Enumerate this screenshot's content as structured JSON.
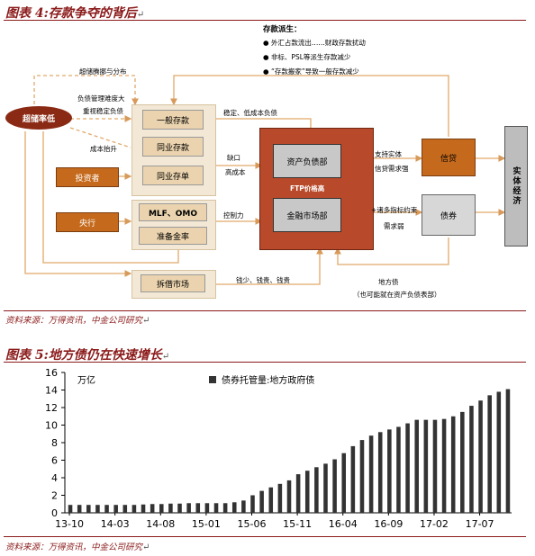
{
  "figure4": {
    "title": "图表 4:存款争夺的背后",
    "source": "资料来源：万得资讯，中金公司研究",
    "derivation": {
      "heading": "存款派生：",
      "items": [
        "外汇占款流出……财政存款扰动",
        "非标、PSL等派生存款减少",
        "“存款搬家”导致一般存款减少"
      ]
    },
    "nodes": {
      "oval": "超储率低",
      "investor": "投资者",
      "central_bank": "央行",
      "general_deposit": "一般存款",
      "interbank_deposit": "同业存款",
      "interbank_cd": "同业存单",
      "mlf_omo": "MLF、OMO",
      "reserve_ratio": "准备金率",
      "lending_market": "拆借市场",
      "liability_dept": "资产负债部",
      "financial_dept": "金融市场部",
      "credit": "信贷",
      "bonds": "债券",
      "real_economy": "实体经济"
    },
    "labels": {
      "excess_reserve": "超储腾挪与分布",
      "liability_difficulty": "负债管理难度大",
      "value_stable": "重视稳定负债",
      "cost_rise": "成本抬升",
      "stable_low_cost": "稳定、低成本负债",
      "gap": "缺口",
      "high_cost": "高成本",
      "control": "控制力",
      "ftp": "FTP价格高",
      "support": "支持实体",
      "credit_demand": "信贷需求强",
      "many_targets": "+诸多指标约束",
      "weak_demand": "需求弱",
      "funds": "钱少、钱贵、钱贵",
      "local_debt": "地方债",
      "local_debt_note": "（也可能就在资产负债表部）"
    }
  },
  "figure5": {
    "title": "图表 5:地方债仍在快速增长",
    "source": "资料来源：万得资讯，中金公司研究"
  },
  "chart_data": {
    "type": "bar",
    "title": "",
    "unit_label": "万亿",
    "xlabel": "",
    "ylabel": "",
    "ylim": [
      0,
      16
    ],
    "yticks": [
      0,
      2,
      4,
      6,
      8,
      10,
      12,
      14,
      16
    ],
    "x_tick_labels": [
      "13-10",
      "14-03",
      "14-08",
      "15-01",
      "15-06",
      "15-11",
      "16-04",
      "16-09",
      "17-02",
      "17-07"
    ],
    "legend_position": "top-center",
    "grid": false,
    "bar_color": "#333333",
    "series": [
      {
        "name": "债券托管量:地方政府债",
        "x": [
          "13-10",
          "13-11",
          "13-12",
          "14-01",
          "14-02",
          "14-03",
          "14-04",
          "14-05",
          "14-06",
          "14-07",
          "14-08",
          "14-09",
          "14-10",
          "14-11",
          "14-12",
          "15-01",
          "15-02",
          "15-03",
          "15-04",
          "15-05",
          "15-06",
          "15-07",
          "15-08",
          "15-09",
          "15-10",
          "15-11",
          "15-12",
          "16-01",
          "16-02",
          "16-03",
          "16-04",
          "16-05",
          "16-06",
          "16-07",
          "16-08",
          "16-09",
          "16-10",
          "16-11",
          "16-12",
          "17-01",
          "17-02",
          "17-03",
          "17-04",
          "17-05",
          "17-06",
          "17-07",
          "17-08",
          "17-09",
          "17-10"
        ],
        "values": [
          0.9,
          0.9,
          0.9,
          0.9,
          0.9,
          0.9,
          0.9,
          0.9,
          0.95,
          1.0,
          1.0,
          1.05,
          1.05,
          1.1,
          1.1,
          1.1,
          1.1,
          1.1,
          1.2,
          1.4,
          2.0,
          2.5,
          2.9,
          3.3,
          3.7,
          4.4,
          4.8,
          5.2,
          5.6,
          6.1,
          6.8,
          7.6,
          8.3,
          8.8,
          9.2,
          9.5,
          9.8,
          10.2,
          10.6,
          10.6,
          10.6,
          10.7,
          11.0,
          11.5,
          12.2,
          12.8,
          13.4,
          13.8,
          14.1
        ]
      }
    ]
  }
}
